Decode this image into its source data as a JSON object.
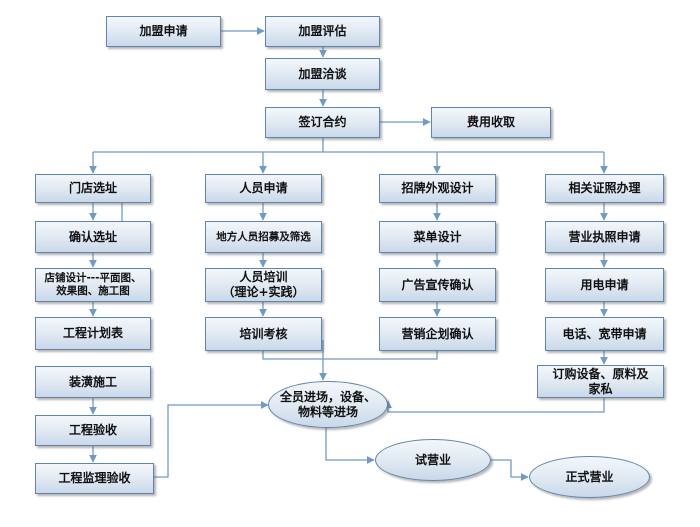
{
  "colors": {
    "node_border": "#5f86b0",
    "node_fill_top": "#f3f7fb",
    "node_fill_bottom": "#c9d8e9",
    "connector": "#6f9bc8"
  },
  "top": {
    "apply": "加盟申请",
    "evaluate": "加盟评估",
    "negotiate": "加盟洽谈",
    "sign": "签订合约",
    "fee": "费用收取"
  },
  "col1": {
    "site": "门店选址",
    "confirm_site": "确认选址",
    "store_design": "店铺设计---平面图、\n效果图、施工图",
    "schedule": "工程计划表",
    "decoration": "装潢施工",
    "acceptance": "工程验收",
    "supervision": "工程监理验收"
  },
  "col2": {
    "staff_apply": "人员申请",
    "recruit": "地方人员招募及筛选",
    "training": "人员培训\n（理论+实践）",
    "assessment": "培训考核"
  },
  "col3": {
    "sign_design": "招牌外观设计",
    "menu_design": "菜单设计",
    "ad_confirm": "广告宣传确认",
    "marketing": "营销企划确认"
  },
  "col4": {
    "licenses": "相关证照办理",
    "business_license": "营业执照申请",
    "power": "用电申请",
    "phone": "电话、宽带申请",
    "purchase": "订购设备、原料及\n家私"
  },
  "bottom": {
    "move_in": "全员进场，设备、\n物料等进场",
    "trial": "试营业",
    "opening": "正式营业"
  }
}
